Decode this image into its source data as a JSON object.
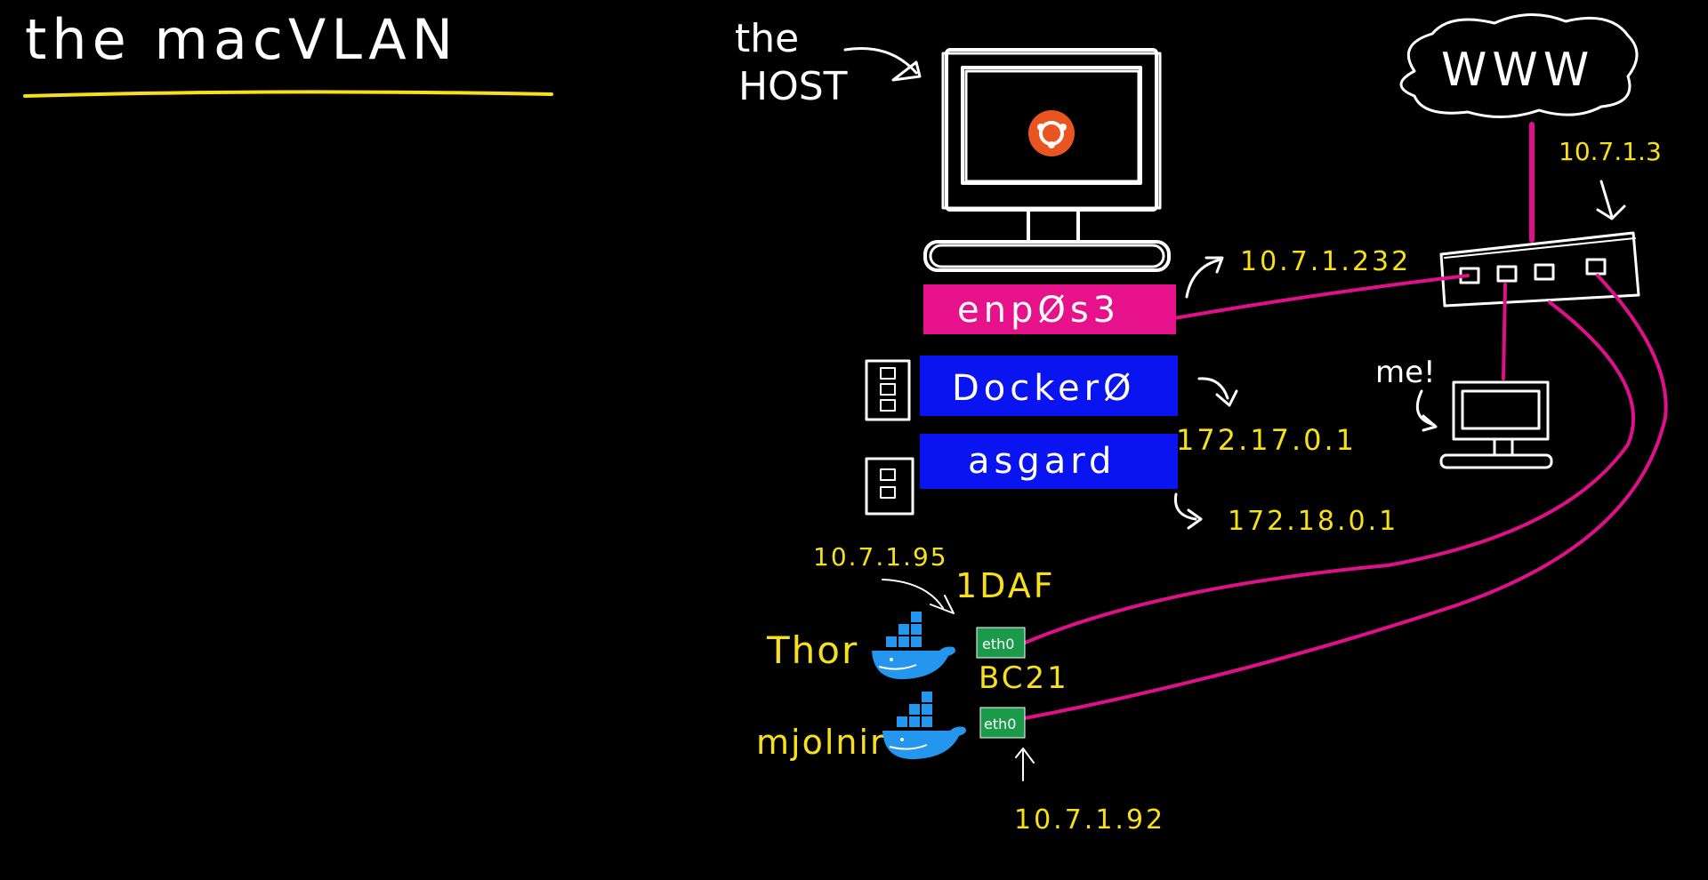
{
  "title": "the macVLAN",
  "host_label_line1": "the",
  "host_label_line2": "HOST",
  "cloud_label": "WWW",
  "router_ip": "10.7.1.3",
  "me_label": "me!",
  "interfaces": [
    {
      "label": "enpØs3",
      "color": "#e8118c",
      "ip": "10.7.1.232"
    },
    {
      "label": "DockerØ",
      "color": "#0a14f0",
      "ip": "172.17.0.1"
    },
    {
      "label": "asgard",
      "color": "#0a14f0",
      "ip": "172.18.0.1"
    }
  ],
  "containers": [
    {
      "name": "Thor",
      "iface": "eth0",
      "mac": "1DAF",
      "ip": "10.7.1.95"
    },
    {
      "name": "mjolnir",
      "iface": "eth0",
      "mac": "BC21",
      "ip": "10.7.1.92"
    }
  ],
  "colors": {
    "background": "#000000",
    "pen": "#ffffff",
    "accent": "#f7e01a",
    "wire": "#e0108a",
    "bridge": "#0a14f0",
    "container_iface": "#1a9a4a",
    "docker_whale": "#2496ed",
    "ubuntu": "#e95420"
  },
  "icons": [
    "ubuntu-logo-icon",
    "docker-whale-icon",
    "container-stack-icon",
    "arrow-icon"
  ]
}
